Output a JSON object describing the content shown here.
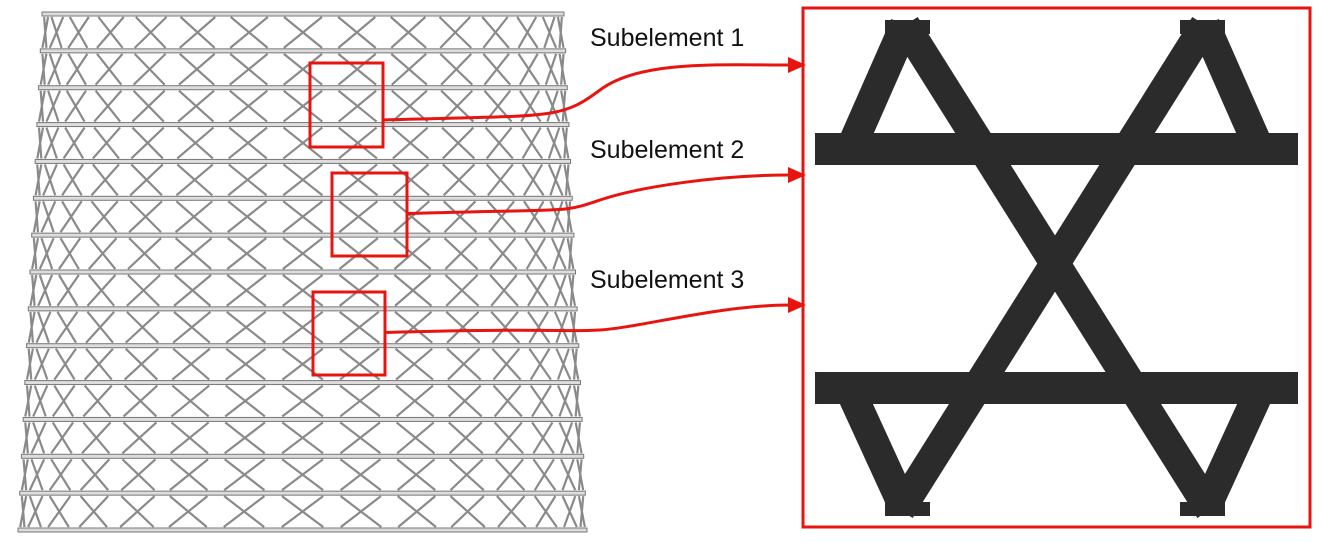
{
  "labels": [
    "Subelement 1",
    "Subelement 2",
    "Subelement 3"
  ],
  "colors": {
    "highlight": "#e8140f",
    "lattice": "#2b2b2b",
    "tower": "#8a8a8a"
  }
}
